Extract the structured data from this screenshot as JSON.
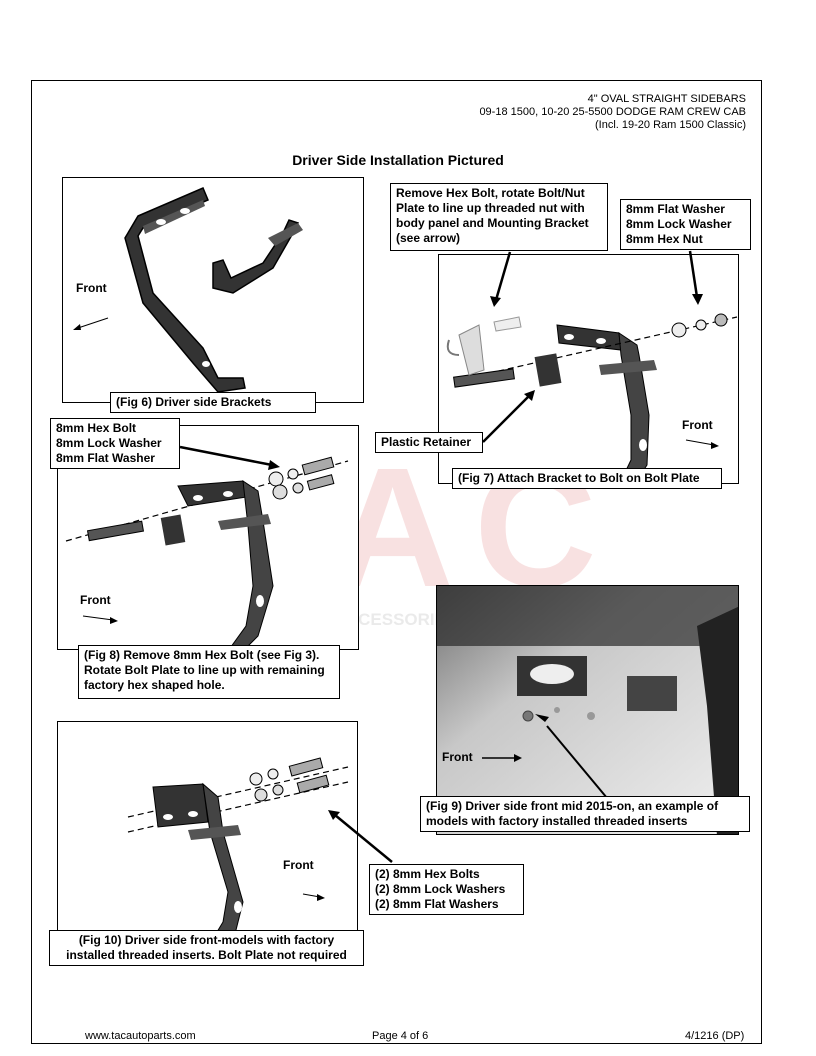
{
  "header": {
    "line1": "4\" OVAL STRAIGHT SIDEBARS",
    "line2": "09-18 1500, 10-20 25-5500 DODGE RAM CREW CAB",
    "line3": "(Incl. 19-20 Ram 1500 Classic)"
  },
  "page_title": "Driver Side Installation Pictured",
  "figures": {
    "fig6": {
      "caption": "(Fig 6) Driver side Brackets",
      "front": "Front"
    },
    "fig7": {
      "caption": "(Fig 7) Attach Bracket to Bolt on Bolt Plate",
      "front": "Front",
      "callout_bolt": "Remove Hex Bolt, rotate Bolt/Nut Plate to line up threaded nut with body panel and Mounting Bracket (see arrow)",
      "callout_hardware": [
        "8mm Flat Washer",
        "8mm Lock Washer",
        "8mm Hex Nut"
      ],
      "callout_retainer": "Plastic Retainer"
    },
    "fig8": {
      "caption": "(Fig 8) Remove 8mm Hex Bolt (see Fig 3). Rotate Bolt Plate to line up with remaining factory hex shaped hole.",
      "front": "Front",
      "callout_hardware": [
        "8mm Hex Bolt",
        "8mm Lock Washer",
        "8mm Flat Washer"
      ]
    },
    "fig9": {
      "caption": "(Fig 9) Driver side front mid 2015-on, an example of models with factory installed threaded inserts",
      "front": "Front"
    },
    "fig10": {
      "caption": "(Fig 10) Driver side front-models with factory installed threaded inserts. Bolt Plate not required",
      "front": "Front",
      "callout_hardware": [
        "(2) 8mm Hex Bolts",
        "(2) 8mm Lock Washers",
        "(2) 8mm Flat Washers"
      ]
    }
  },
  "watermark": {
    "logo": "TAC",
    "tagline": "TRUCK ACCESSORIES COMPANY",
    "reg": "®"
  },
  "footer": {
    "website": "www.tacautoparts.com",
    "page": "Page 4 of 6",
    "code": "4/1216 (DP)"
  }
}
